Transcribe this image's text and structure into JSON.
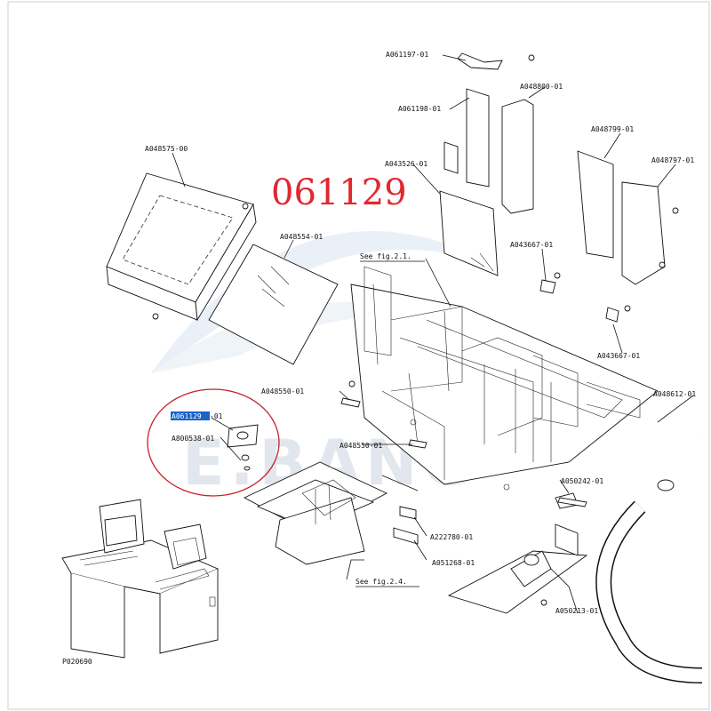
{
  "title_number": "061129",
  "watermark": "E.BANG",
  "highlight": {
    "code": "A061129",
    "suffix": "-01"
  },
  "labels": {
    "a061197": "A061197-01",
    "a048800": "A048800-01",
    "a061198": "A061198-01",
    "a048575": "A048575-00",
    "a043526": "A043526-01",
    "a048799": "A048799-01",
    "a048797": "A048797-01",
    "a048554": "A048554-01",
    "see21": "See fig.2.1.",
    "a043667a": "A043667-01",
    "a043667b": "A043667-01",
    "a048550a": "A048550-01",
    "a048612": "A048612-01",
    "a800538": "A800538-01",
    "a048550b": "A048550-01",
    "a050242": "A050242-01",
    "a222780": "A222780-01",
    "a051268": "A051268-01",
    "see24": "See fig.2.4.",
    "a050213": "A050213-01",
    "p020690": "P020690"
  },
  "colors": {
    "title_red": "#e0282f",
    "highlight_blue": "#1a63c9",
    "circle_red": "#c8202a",
    "watermark": "#c9d4e0"
  }
}
